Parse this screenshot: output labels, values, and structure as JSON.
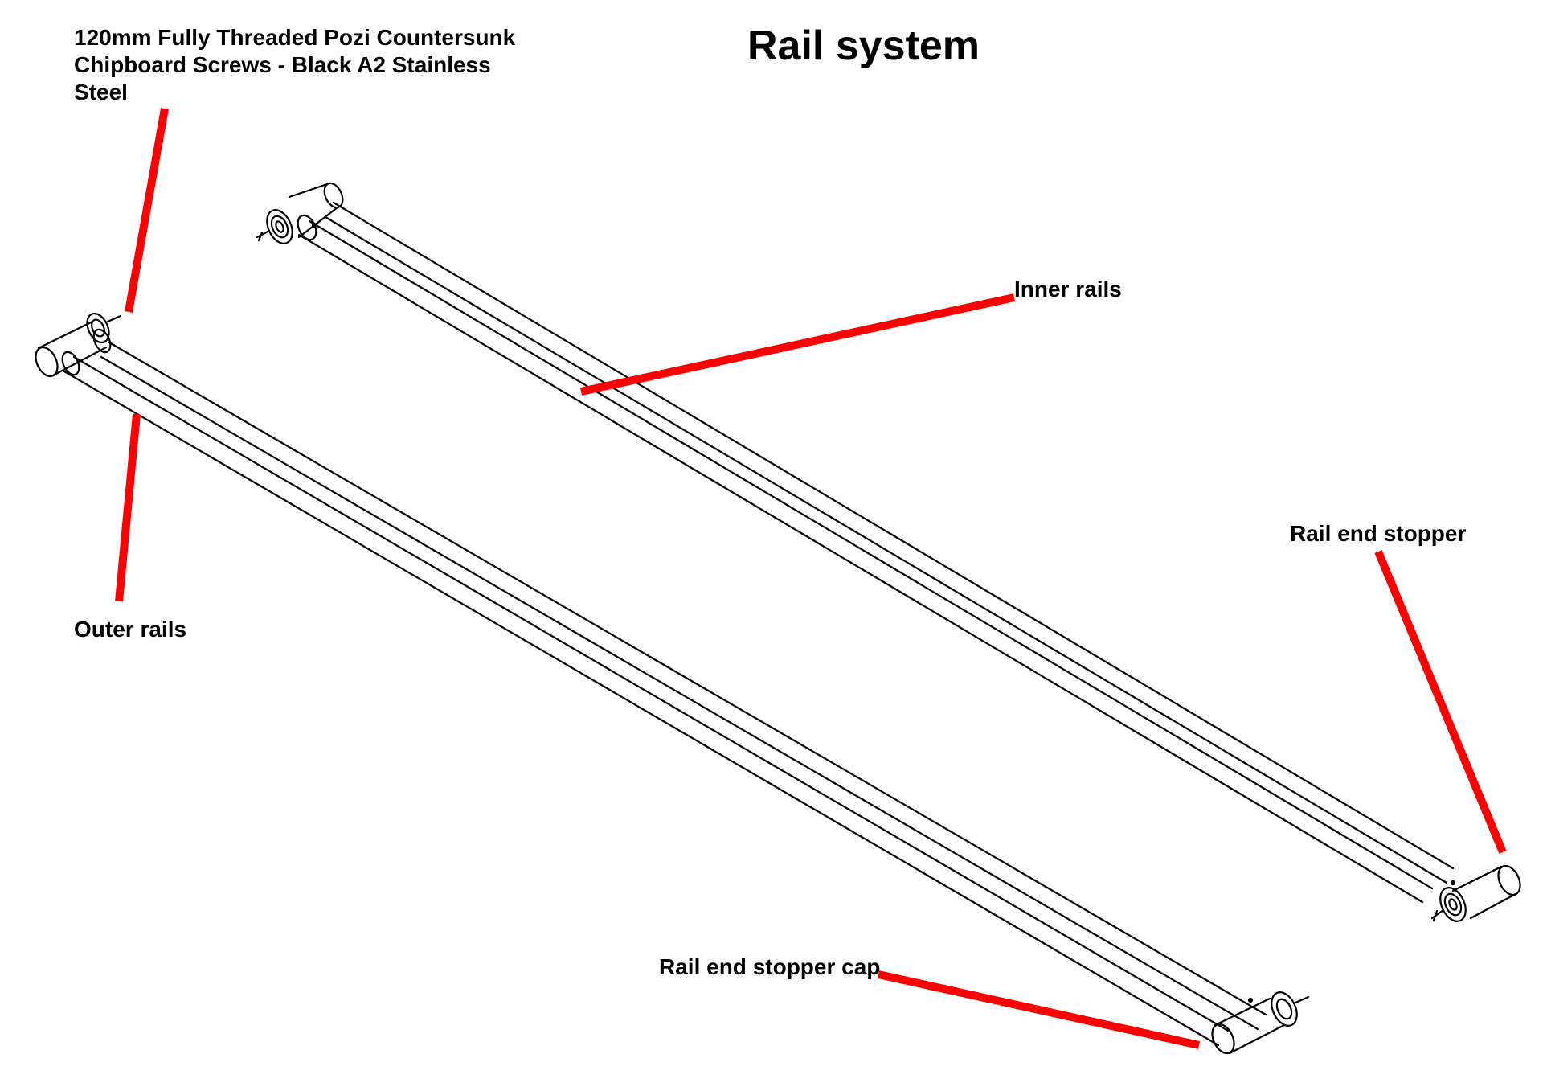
{
  "title": "Rail system",
  "labels": {
    "screws": "120mm Fully Threaded Pozi Countersunk\nChipboard Screws - Black A2 Stainless\nSteel",
    "inner_rails": "Inner rails",
    "outer_rails": "Outer rails",
    "rail_end_stopper": "Rail end stopper",
    "rail_end_stopper_cap": "Rail end stopper cap"
  },
  "colors": {
    "leader": "#ff0000",
    "line": "#000000",
    "background": "#ffffff"
  }
}
